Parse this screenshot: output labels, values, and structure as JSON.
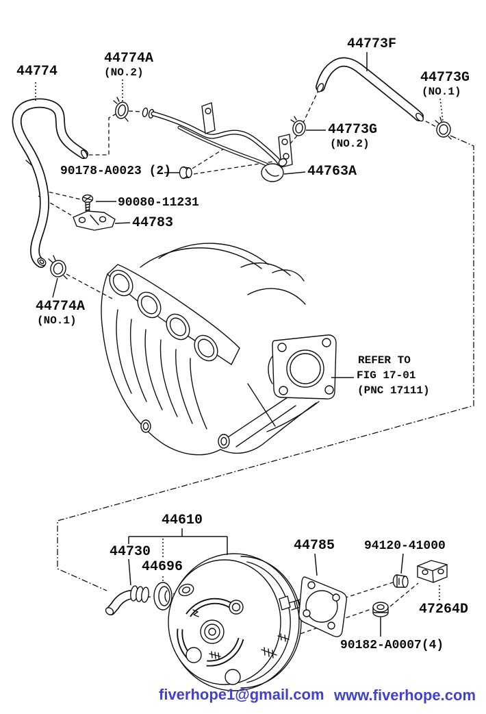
{
  "page": {
    "background": "#ffffff",
    "line_color": "#111111"
  },
  "note": {
    "line1": "REFER TO",
    "line2": "FIG 17-01",
    "line3": "(PNC 17111)"
  },
  "labels": {
    "hose44774": "44774",
    "clamp44774a_no2": "44774A",
    "clamp44774a_no2_sub": "(NO.2)",
    "hose44773f": "44773F",
    "clamp44773g_no1": "44773G",
    "clamp44773g_no1_sub": "(NO.1)",
    "clamp44773g_no2": "44773G",
    "clamp44773g_no2_sub": "(NO.2)",
    "valve44763a": "44763A",
    "grommet90178": "90178-A0023 (2)",
    "screw90080": "90080-11231",
    "bracket44783": "44783",
    "clamp44774a_no1": "44774A",
    "clamp44774a_no1_sub": "(NO.1)",
    "booster44610": "44610",
    "fitting44730": "44730",
    "grommet44696": "44696",
    "gasket44785": "44785",
    "clip94120": "94120-41000",
    "bracket47264d": "47264D",
    "nut90182": "90182-A0007(4)"
  },
  "footer": {
    "email": "fiverhope1@gmail.com",
    "website": "www.fiverhope.com",
    "link_color": "#4141cd"
  }
}
